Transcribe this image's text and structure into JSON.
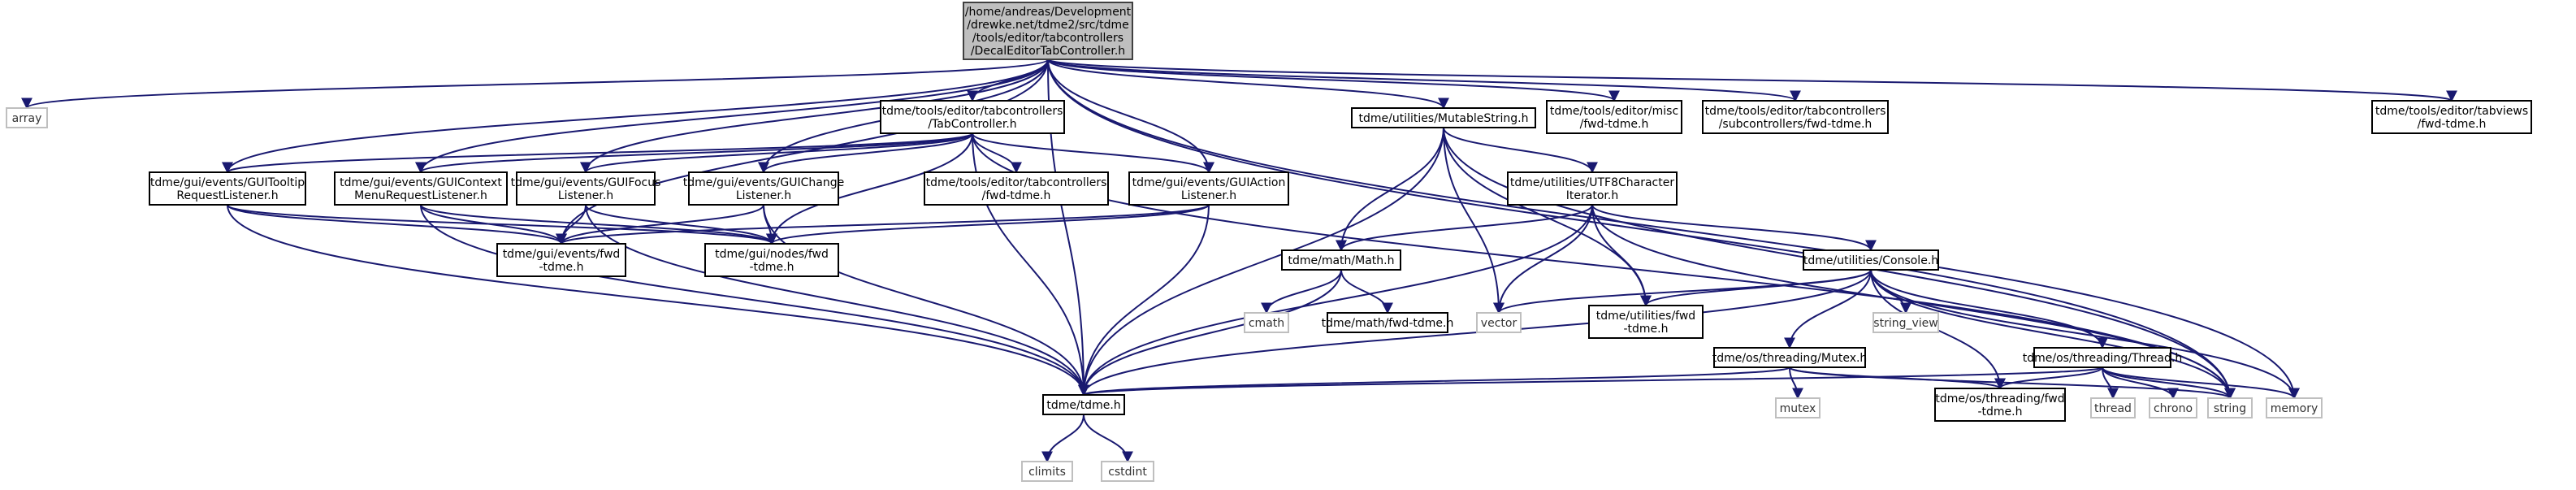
{
  "colors": {
    "edge": "#191970",
    "node_border": "#000000",
    "root_fill": "#bfbfbf",
    "system_border": "#bfbfbf"
  },
  "nodes": {
    "root": {
      "lines": [
        "/home/andreas/Development",
        "/drewke.net/tdme2/src/tdme",
        "/tools/editor/tabcontrollers",
        "/DecalEditorTabController.h"
      ]
    },
    "array": {
      "lines": [
        "array"
      ]
    },
    "tabcontroller": {
      "lines": [
        "tdme/tools/editor/tabcontrollers",
        "/TabController.h"
      ]
    },
    "mutablestring": {
      "lines": [
        "tdme/utilities/MutableString.h"
      ]
    },
    "misc_fwd": {
      "lines": [
        "tdme/tools/editor/misc",
        "/fwd-tdme.h"
      ]
    },
    "subcontrollers_fwd": {
      "lines": [
        "tdme/tools/editor/tabcontrollers",
        "/subcontrollers/fwd-tdme.h"
      ]
    },
    "tabviews_fwd": {
      "lines": [
        "tdme/tools/editor/tabviews",
        "/fwd-tdme.h"
      ]
    },
    "tooltip": {
      "lines": [
        "tdme/gui/events/GUITooltip",
        "RequestListener.h"
      ]
    },
    "contextmenu": {
      "lines": [
        "tdme/gui/events/GUIContext",
        "MenuRequestListener.h"
      ]
    },
    "focus": {
      "lines": [
        "tdme/gui/events/GUIFocus",
        "Listener.h"
      ]
    },
    "change": {
      "lines": [
        "tdme/gui/events/GUIChange",
        "Listener.h"
      ]
    },
    "tabcontrollers_fwd": {
      "lines": [
        "tdme/tools/editor/tabcontrollers",
        "/fwd-tdme.h"
      ]
    },
    "action": {
      "lines": [
        "tdme/gui/events/GUIAction",
        "Listener.h"
      ]
    },
    "utf8": {
      "lines": [
        "tdme/utilities/UTF8Character",
        "Iterator.h"
      ]
    },
    "events_fwd": {
      "lines": [
        "tdme/gui/events/fwd",
        "-tdme.h"
      ]
    },
    "nodes_fwd": {
      "lines": [
        "tdme/gui/nodes/fwd",
        "-tdme.h"
      ]
    },
    "math": {
      "lines": [
        "tdme/math/Math.h"
      ]
    },
    "console": {
      "lines": [
        "tdme/utilities/Console.h"
      ]
    },
    "cmath": {
      "lines": [
        "cmath"
      ]
    },
    "math_fwd": {
      "lines": [
        "tdme/math/fwd-tdme.h"
      ]
    },
    "vector": {
      "lines": [
        "vector"
      ]
    },
    "utilities_fwd": {
      "lines": [
        "tdme/utilities/fwd",
        "-tdme.h"
      ]
    },
    "string_view": {
      "lines": [
        "string_view"
      ]
    },
    "mutex_h": {
      "lines": [
        "tdme/os/threading/Mutex.h"
      ]
    },
    "thread_h": {
      "lines": [
        "tdme/os/threading/Thread.h"
      ]
    },
    "tdme_h": {
      "lines": [
        "tdme/tdme.h"
      ]
    },
    "mutex": {
      "lines": [
        "mutex"
      ]
    },
    "threading_fwd": {
      "lines": [
        "tdme/os/threading/fwd",
        "-tdme.h"
      ]
    },
    "thread": {
      "lines": [
        "thread"
      ]
    },
    "chrono": {
      "lines": [
        "chrono"
      ]
    },
    "string": {
      "lines": [
        "string"
      ]
    },
    "memory": {
      "lines": [
        "memory"
      ]
    },
    "climits": {
      "lines": [
        "climits"
      ]
    },
    "cstdint": {
      "lines": [
        "cstdint"
      ]
    }
  }
}
